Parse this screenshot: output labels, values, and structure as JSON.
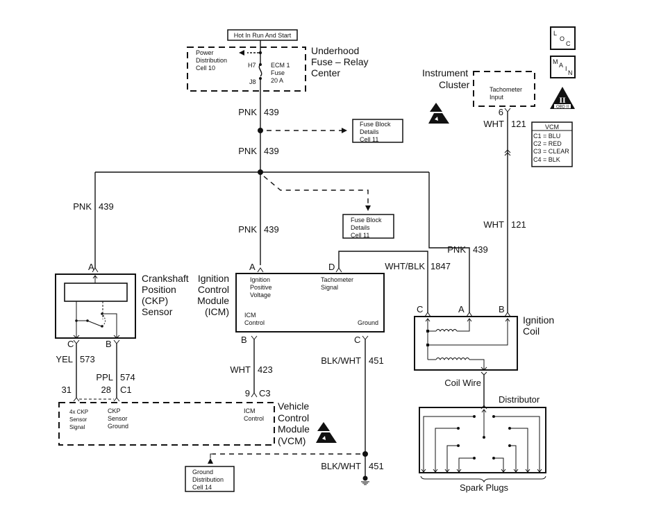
{
  "header": {
    "hot_in": "Hot In Run And Start"
  },
  "fuse_center": {
    "title": [
      "Underhood",
      "Fuse – Relay",
      "Center"
    ],
    "power_dist": [
      "Power",
      "Distribution",
      "Cell 10"
    ],
    "pin_top": "H7",
    "pin_bottom": "J8",
    "fuse": [
      "ECM 1",
      "Fuse",
      "20 A"
    ]
  },
  "badges": {
    "loc": [
      "L",
      "O",
      "C"
    ],
    "main": [
      "M",
      "A",
      "I",
      "N"
    ],
    "obd": {
      "numeral": "II",
      "text": "OBD II"
    }
  },
  "vcm_legend": {
    "title": "VCM",
    "rows": [
      "C1 = BLU",
      "C2 = RED",
      "C3 = CLEAR",
      "C4 = BLK"
    ]
  },
  "instrument_cluster": {
    "title": [
      "Instrument",
      "Cluster"
    ],
    "inner": [
      "Tachometer",
      "Input"
    ],
    "pin": "6"
  },
  "wires": {
    "pnk_top": {
      "color": "PNK",
      "circuit": "439"
    },
    "pnk_mid": {
      "color": "PNK",
      "circuit": "439"
    },
    "pnk_left": {
      "color": "PNK",
      "circuit": "439"
    },
    "pnk_icm": {
      "color": "PNK",
      "circuit": "439"
    },
    "pnk_coil": {
      "color": "PNK",
      "circuit": "439"
    },
    "wht_121_top": {
      "color": "WHT",
      "circuit": "121"
    },
    "wht_121_low": {
      "color": "WHT",
      "circuit": "121"
    },
    "wht_blk_1847": {
      "color": "WHT/BLK",
      "circuit": "1847"
    },
    "yel_573": {
      "color": "YEL",
      "circuit": "573"
    },
    "ppl_574": {
      "color": "PPL",
      "circuit": "574"
    },
    "wht_423": {
      "color": "WHT",
      "circuit": "423"
    },
    "blk_wht_451_top": {
      "color": "BLK/WHT",
      "circuit": "451"
    },
    "blk_wht_451_low": {
      "color": "BLK/WHT",
      "circuit": "451"
    }
  },
  "fuse_block_1": [
    "Fuse Block",
    "Details",
    "Cell 11"
  ],
  "fuse_block_2": [
    "Fuse Block",
    "Details",
    "Cell 11"
  ],
  "ckp": {
    "title": [
      "Crankshaft",
      "Position",
      "(CKP)",
      "Sensor"
    ],
    "pin_a": "A",
    "pin_c": "C",
    "pin_b": "B"
  },
  "icm": {
    "title": [
      "Ignition",
      "Control",
      "Module",
      "(ICM)"
    ],
    "pin_a": "A",
    "pin_d": "D",
    "pin_b": "B",
    "pin_c": "C",
    "ign_pos": [
      "Ignition",
      "Positive",
      "Voltage"
    ],
    "tach": [
      "Tachometer",
      "Signal"
    ],
    "icm_control": [
      "ICM",
      "Control"
    ],
    "ground": "Ground"
  },
  "coil": {
    "title": [
      "Ignition",
      "Coil"
    ],
    "pin_c": "C",
    "pin_a": "A",
    "pin_b": "B",
    "coil_wire": "Coil Wire"
  },
  "distributor": {
    "title": "Distributor",
    "spark": "Spark Plugs"
  },
  "vcm": {
    "title": [
      "Vehicle",
      "Control",
      "Module",
      "(VCM)"
    ],
    "pin_31": "31",
    "pin_28": "28",
    "conn_c1": "C1",
    "pin_9": "9",
    "conn_c3": "C3",
    "ckp4x": [
      "4x CKP",
      "Sensor",
      "Signal"
    ],
    "ckpgnd": [
      "CKP",
      "Sensor",
      "Ground"
    ],
    "icmctl": [
      "ICM",
      "Control"
    ]
  },
  "ground_dist": [
    "Ground",
    "Distribution",
    "Cell 14"
  ]
}
